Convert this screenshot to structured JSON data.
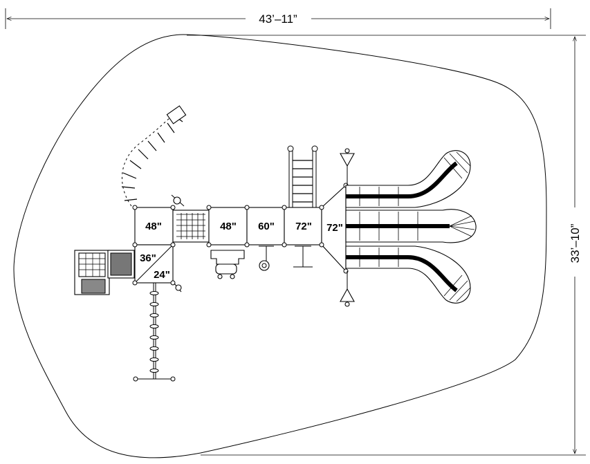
{
  "dimensions": {
    "width": "43’–11”",
    "depth": "33’–10”"
  },
  "decks": {
    "deck_a": "48\"",
    "deck_b": "36\"",
    "deck_c": "24\"",
    "deck_d": "48\"",
    "deck_e": "60\"",
    "deck_f": "72\"",
    "deck_g": "72\""
  }
}
